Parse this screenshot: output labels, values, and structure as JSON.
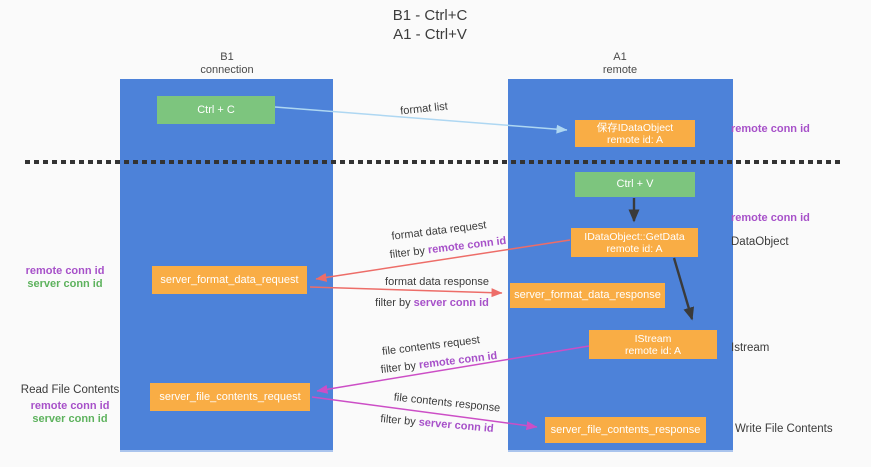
{
  "title": {
    "line1": "B1 - Ctrl+C",
    "line2": "A1 - Ctrl+V"
  },
  "lanes": {
    "left": {
      "title": "B1",
      "subtitle": "connection"
    },
    "right": {
      "title": "A1",
      "subtitle": "remote"
    }
  },
  "nodes": {
    "ctrl_c": {
      "label": "Ctrl + C"
    },
    "ctrl_v": {
      "label": "Ctrl + V"
    },
    "save_dataobject": {
      "line1": "保存IDataObject",
      "line2": "remote id: A"
    },
    "getdata": {
      "line1": "IDataObject::GetData",
      "line2": "remote id: A"
    },
    "istream": {
      "line1": "IStream",
      "line2": "remote id: A"
    },
    "server_format_data_request": {
      "label": "server_format_data_request"
    },
    "server_format_data_response": {
      "label": "server_format_data_response"
    },
    "server_file_contents_request": {
      "label": "server_file_contents_request"
    },
    "server_file_contents_response": {
      "label": "server_file_contents_response"
    }
  },
  "flow_labels": {
    "format_list": "format list",
    "format_data_request": "format data request",
    "format_data_response": "format data response",
    "file_contents_request": "file contents request",
    "file_contents_response": "file contents response",
    "filter_by": "filter by ",
    "remote_conn_id": "remote conn id",
    "server_conn_id": "server conn id"
  },
  "annotations": {
    "remote_conn_id": "remote conn id",
    "server_conn_id": "server conn id",
    "dataobject": "DataObject",
    "istream": "Istream",
    "read_file_contents": "Read File Contents",
    "write_file_contents": "Write File Contents"
  },
  "colors": {
    "lane_blue": "#4d82d9",
    "node_orange": "#f9ad45",
    "node_green": "#7dc57e",
    "arrow_red": "#ed6d68",
    "arrow_magenta": "#cc4ec6",
    "arrow_light_blue": "#aed7f2",
    "arrow_black": "#3a3a3a",
    "text_purple": "#a751c9",
    "text_green": "#5db25d",
    "background": "#fafafa"
  }
}
